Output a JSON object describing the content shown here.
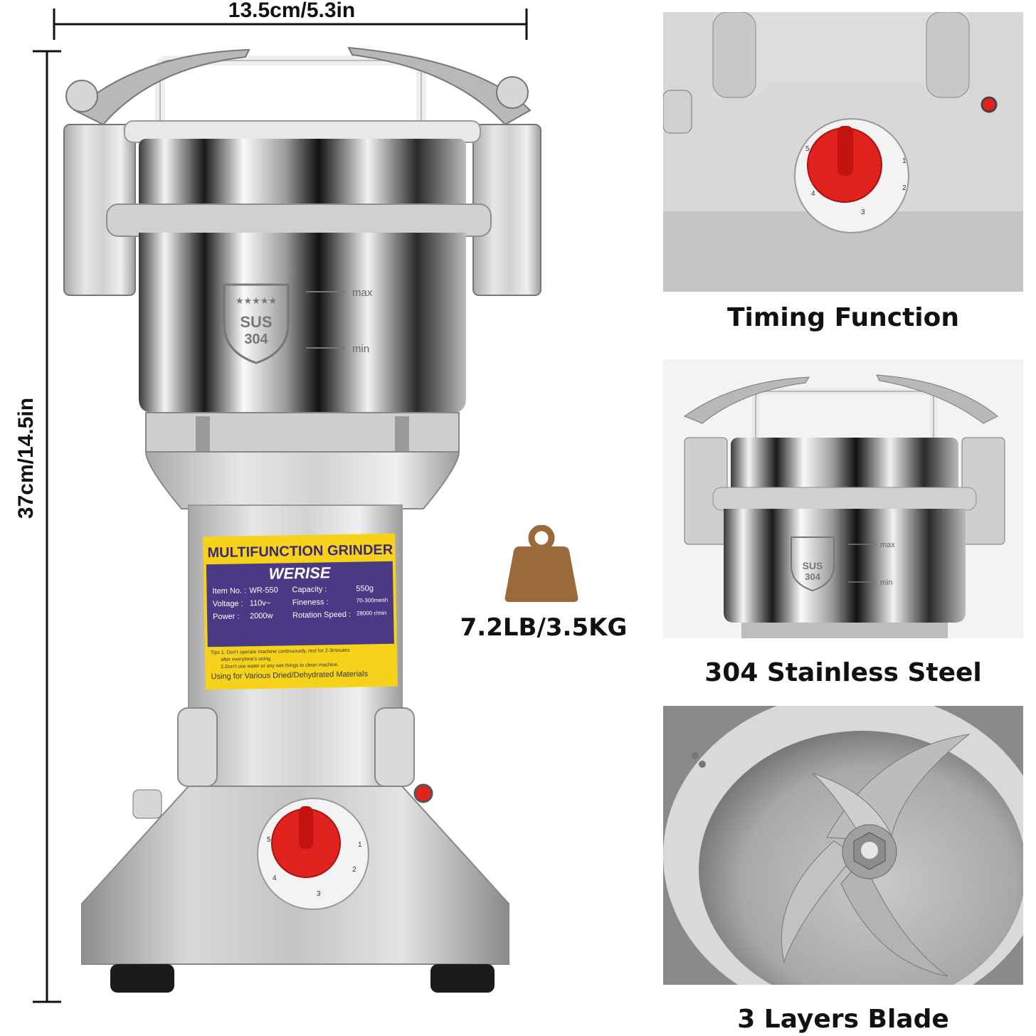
{
  "dimensions": {
    "width_label": "13.5cm/5.3in",
    "height_label": "37cm/14.5in"
  },
  "weight": {
    "icon": "weight-icon",
    "label": "7.2LB/3.5KG"
  },
  "product": {
    "pot": {
      "badge_line1": "SUS",
      "badge_line2": "304",
      "max_label": "max",
      "min_label": "min"
    },
    "sticker": {
      "title": "MULTIFUNCTION GRINDER",
      "brand": "WERISE",
      "rows": [
        {
          "k1": "Item No. :",
          "v1": "WR-550",
          "k2": "Capacity :",
          "v2": "550g"
        },
        {
          "k1": "Voltage :",
          "v1": "110v~",
          "k2": "Fineness :",
          "v2": "70-300mesh"
        },
        {
          "k1": "Power :",
          "v1": "2000w",
          "k2": "Rotation Speed :",
          "v2": "28000 r/min"
        }
      ],
      "tip1": "Tips 1. Don't operate machine continuously, rest for 2-3minutes",
      "tip1b": "after everytime's using.",
      "tip2": "2.Don't use water or any wet things to clean machine.",
      "usage": "Using for Various Dried/Dehydrated Materials"
    },
    "dial_numbers": [
      "5",
      "4",
      "3",
      "2",
      "1"
    ]
  },
  "panels": [
    {
      "caption": "Timing Function"
    },
    {
      "caption": "304 Stainless Steel"
    },
    {
      "caption": "3 Layers Blade"
    }
  ],
  "colors": {
    "steel": "#c9c9c9",
    "knob_red": "#e1231f",
    "sticker_yellow": "#f7d21a",
    "sticker_purple": "#4a3a86",
    "weight_brown": "#9a6a3b"
  }
}
